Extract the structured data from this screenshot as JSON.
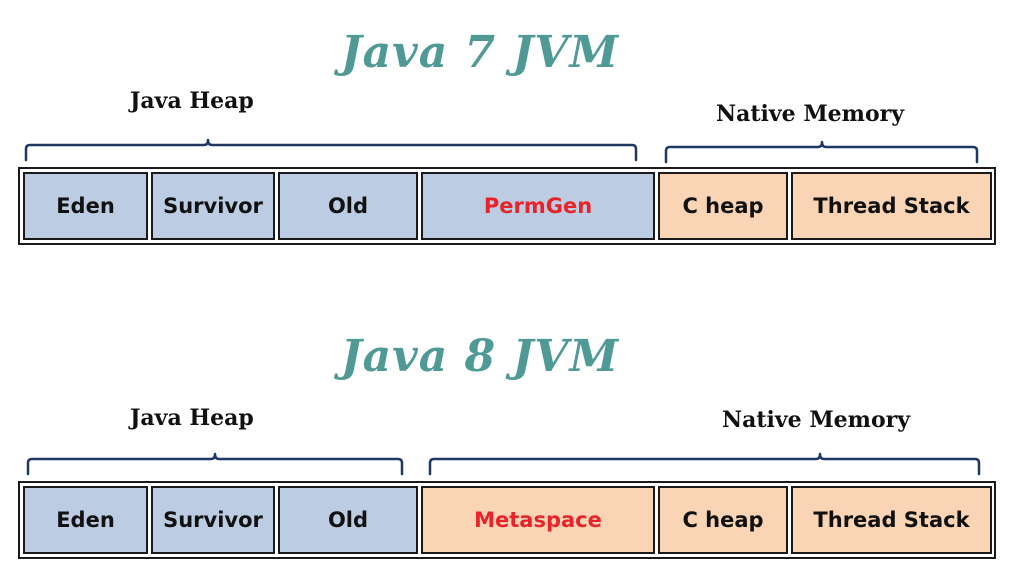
{
  "diagrams": [
    {
      "title": "Java 7 JVM",
      "heap_label": "Java Heap",
      "native_label": "Native Memory",
      "cells": [
        {
          "label": "Eden",
          "region": "heap"
        },
        {
          "label": "Survivor",
          "region": "heap"
        },
        {
          "label": "Old",
          "region": "heap"
        },
        {
          "label": "PermGen",
          "region": "heap",
          "highlight": true
        },
        {
          "label": "C heap",
          "region": "native"
        },
        {
          "label": "Thread Stack",
          "region": "native"
        }
      ]
    },
    {
      "title": "Java 8 JVM",
      "heap_label": "Java Heap",
      "native_label": "Native Memory",
      "cells": [
        {
          "label": "Eden",
          "region": "heap"
        },
        {
          "label": "Survivor",
          "region": "heap"
        },
        {
          "label": "Old",
          "region": "heap"
        },
        {
          "label": "Metaspace",
          "region": "native",
          "highlight": true
        },
        {
          "label": "C heap",
          "region": "native"
        },
        {
          "label": "Thread Stack",
          "region": "native"
        }
      ]
    }
  ],
  "colors": {
    "title": "#4f9a94",
    "heap_fill": "#bccde3",
    "native_fill": "#fad5b5",
    "highlight_text": "#e8242a",
    "brace": "#1f3864"
  }
}
